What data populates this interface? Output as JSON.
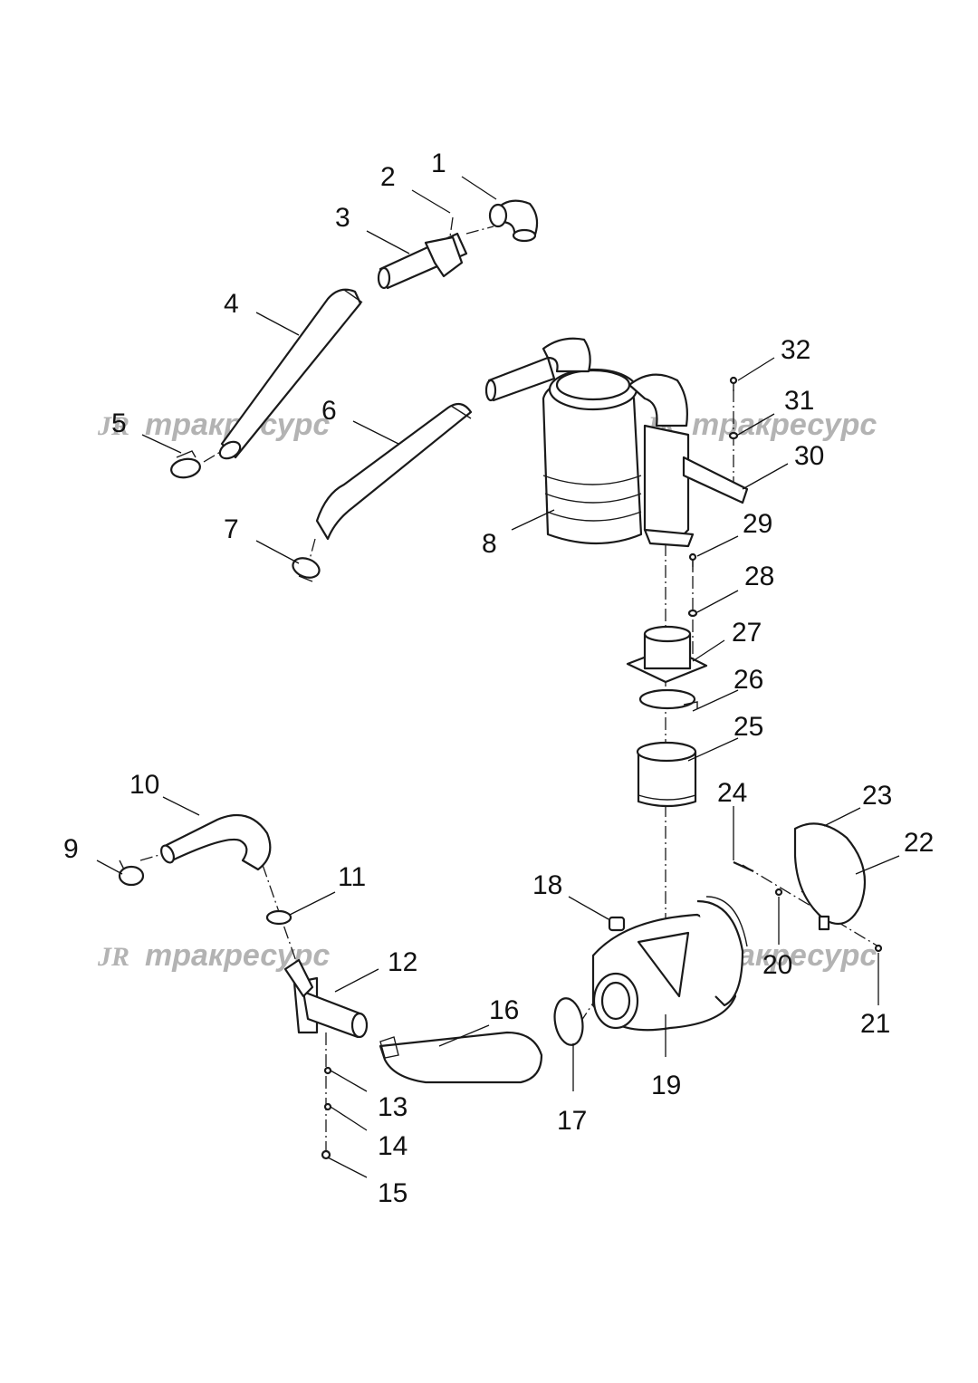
{
  "watermark": {
    "logo_mark": "JR",
    "text": "тракресурс"
  },
  "callouts": [
    "1",
    "2",
    "3",
    "4",
    "5",
    "6",
    "7",
    "8",
    "9",
    "10",
    "11",
    "12",
    "13",
    "14",
    "15",
    "16",
    "17",
    "18",
    "19",
    "20",
    "21",
    "22",
    "23",
    "24",
    "25",
    "26",
    "27",
    "28",
    "29",
    "30",
    "31",
    "32"
  ]
}
